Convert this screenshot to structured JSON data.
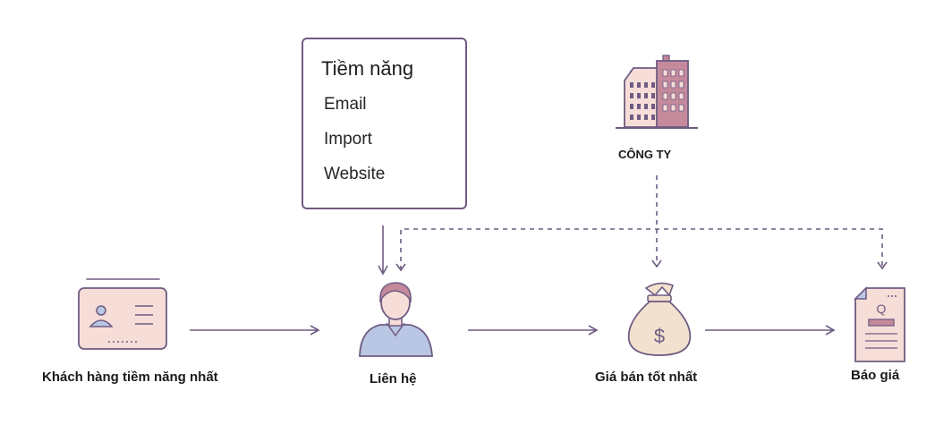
{
  "lead_sources": {
    "title": "Tiềm năng",
    "items": [
      "Email",
      "Import",
      "Website"
    ]
  },
  "company": {
    "label": "CÔNG TY",
    "icon": "office-buildings-icon"
  },
  "flow": [
    {
      "label": "Khách hàng tiềm năng nhất",
      "icon": "id-card-icon"
    },
    {
      "label": "Liên hệ",
      "icon": "person-icon"
    },
    {
      "label": "Giá bán tốt nhất",
      "icon": "money-bag-icon"
    },
    {
      "label": "Báo giá",
      "icon": "quote-document-icon"
    }
  ],
  "colors": {
    "line": "#6f5b82",
    "fill_pink": "#f6ddd8",
    "fill_blue": "#b9c6e4",
    "fill_mauve": "#c48a9c",
    "fill_tan": "#f2e1cf"
  }
}
